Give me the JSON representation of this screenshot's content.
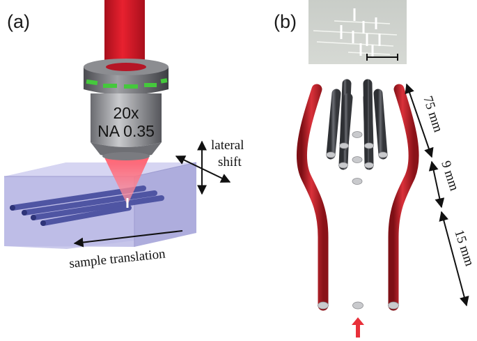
{
  "panel_a": {
    "label": "(a)",
    "objective": {
      "magnification": "20x",
      "aperture": "NA 0.35"
    },
    "lateral_label_line1": "lateral",
    "lateral_label_line2": "shift",
    "translation_label": "sample translation"
  },
  "panel_b": {
    "label": "(b)",
    "dimensions": {
      "top": "75 mm",
      "middle": "9 mm",
      "bottom": "15 mm"
    }
  },
  "colors": {
    "beam_red": "#d0182a",
    "waveguide_red": "#c81f28",
    "rod_gray": "#4a4c52",
    "glass": "#b9b8e3",
    "objective_gray": "#8e8f93",
    "ring_green": "#45c83c"
  }
}
